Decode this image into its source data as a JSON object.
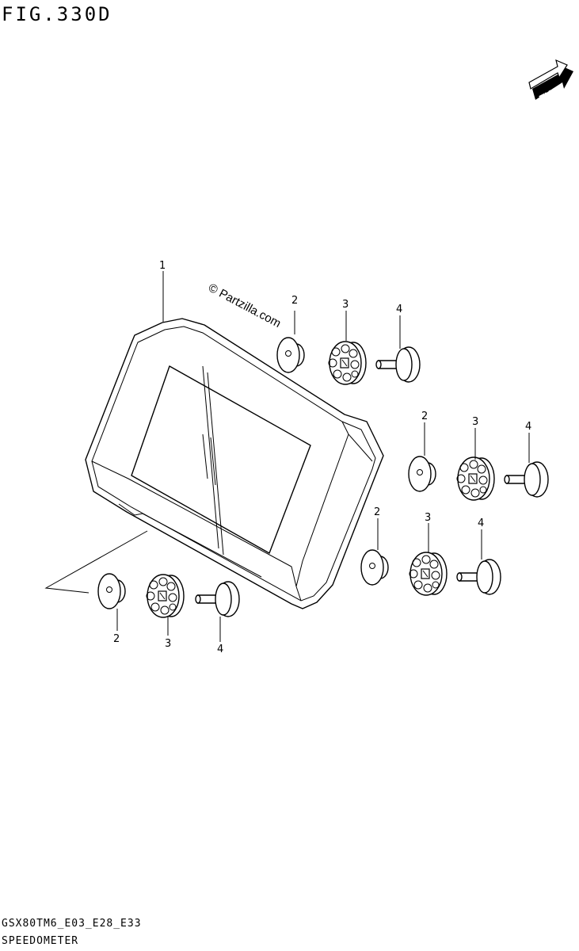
{
  "header": {
    "figure_title": "FIG.330D"
  },
  "fwd_badge": {
    "label": "FWD"
  },
  "watermark": {
    "text": "© Partzilla.com"
  },
  "callouts": {
    "part1": "1",
    "part2": "2",
    "part3": "3",
    "part4": "4"
  },
  "footer": {
    "model_code": "GSX80TM6_E03_E28_E33",
    "section_name": "SPEEDOMETER"
  }
}
